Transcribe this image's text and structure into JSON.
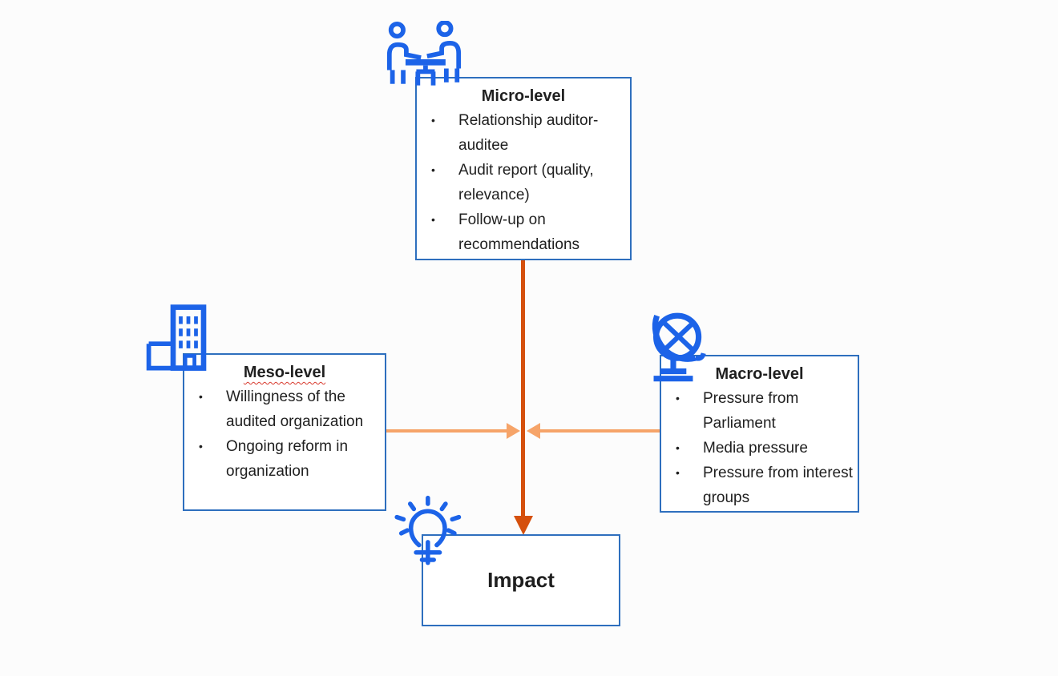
{
  "colors": {
    "box_border_blue": "#2e6fbe",
    "icon_blue": "#1c63e8",
    "arrow_dark_orange": "#d5500d",
    "arrow_light_orange": "#f6a469",
    "text_dark": "#1f1f1f",
    "spellcheck_squiggle_red": "#d83a2e",
    "background": "#fcfcfc"
  },
  "bullet_char": "•",
  "boxes": {
    "micro": {
      "title": "Micro-level",
      "icon": "meeting-people-icon",
      "bullets": [
        "Relationship auditor-auditee",
        "Audit report (quality, relevance)",
        "Follow-up on recommendations"
      ]
    },
    "meso": {
      "title": "Meso-level",
      "icon": "building-icon",
      "bullets": [
        "Willingness of the audited organization",
        "Ongoing reform in organization"
      ]
    },
    "macro": {
      "title": "Macro-level",
      "icon": "globe-icon",
      "bullets": [
        "Pressure from Parliament",
        "Media pressure",
        "Pressure from interest groups"
      ]
    },
    "impact": {
      "title": "Impact",
      "icon": "lightbulb-icon"
    }
  }
}
